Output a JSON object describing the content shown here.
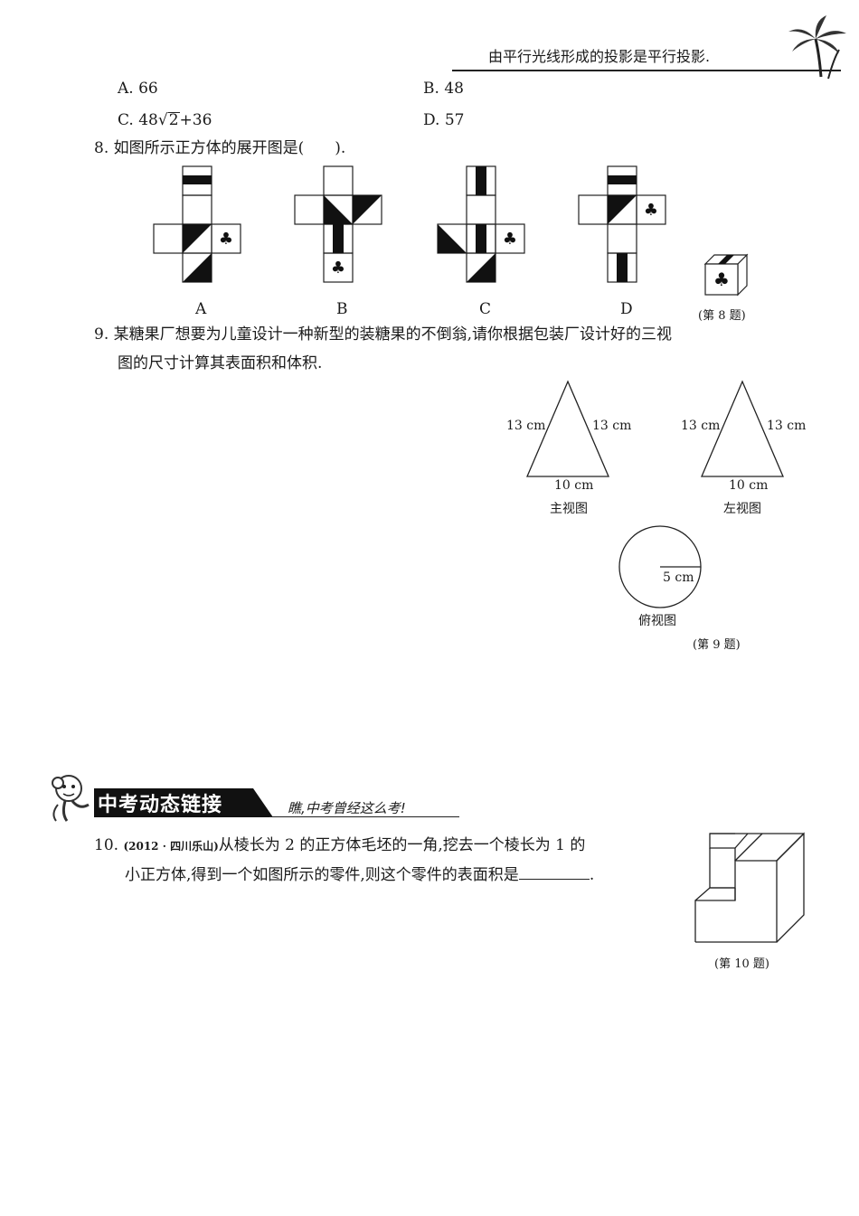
{
  "header": {
    "note": "由平行光线形成的投影是平行投影."
  },
  "q7": {
    "options": [
      {
        "letter": "A.",
        "value": "66"
      },
      {
        "letter": "B.",
        "value": "48"
      },
      {
        "letter": "C.",
        "value_prefix": "48",
        "value_sqrt": "2",
        "value_suffix": "+36"
      },
      {
        "letter": "D.",
        "value": "57"
      }
    ]
  },
  "q8": {
    "number": "8.",
    "text": "如图所示正方体的展开图是(　　).",
    "labels": [
      "A",
      "B",
      "C",
      "D"
    ],
    "caption": "(第 8 题)"
  },
  "q9": {
    "number": "9.",
    "line1": "某糖果厂想要为儿童设计一种新型的装糖果的不倒翁,请你根据包装厂设计好的三视",
    "line2": "图的尺寸计算其表面积和体积.",
    "front": {
      "left": "13 cm",
      "right": "13 cm",
      "bottom": "10 cm",
      "name": "主视图"
    },
    "side": {
      "left": "13 cm",
      "right": "13 cm",
      "bottom": "10 cm",
      "name": "左视图"
    },
    "top": {
      "radius": "5 cm",
      "name": "俯视图"
    },
    "caption": "(第 9 题)"
  },
  "section": {
    "title": "中考动态链接",
    "subtitle": "瞧,中考曾经这么考!"
  },
  "q10": {
    "number": "10.",
    "source": "(2012 · 四川乐山)",
    "line1": "从棱长为 2 的正方体毛坯的一角,挖去一个棱长为 1 的",
    "line2": "小正方体,得到一个如图所示的零件,则这个零件的表面积是",
    "line2_end": ".",
    "caption": "(第 10 题)"
  }
}
